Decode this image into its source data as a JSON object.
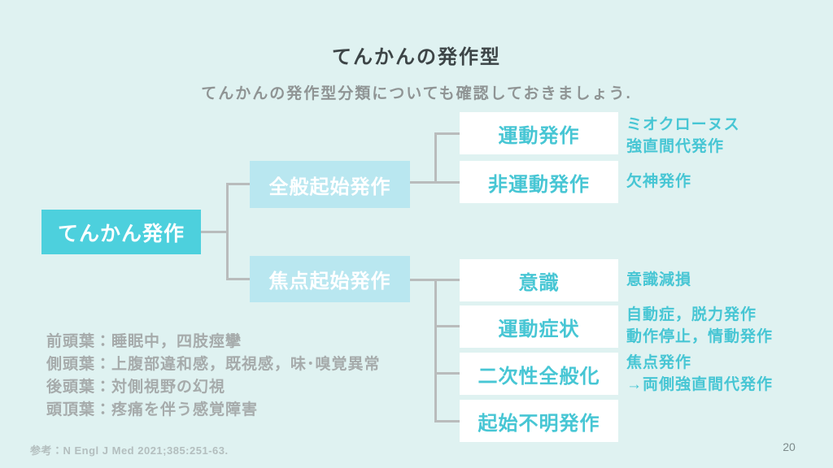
{
  "colors": {
    "background": "#dff2f1",
    "root_box": "#4dd0dd",
    "branch_box": "#b9e7f0",
    "leaf_box": "#ffffff",
    "teal_text": "#47c6d4",
    "connector_line": "#b9bcbc",
    "title_text": "#3d4547",
    "subtitle_text": "#8f9494",
    "lobe_text": "#a6abab"
  },
  "header": {
    "title": "てんかんの発作型",
    "subtitle": "てんかんの発作型分類についても確認しておきましょう."
  },
  "tree": {
    "root": {
      "label": "てんかん発作"
    },
    "branches": [
      {
        "label": "全般起始発作",
        "children": [
          {
            "label": "運動発作",
            "note": "ミオクローヌス\n強直間代発作"
          },
          {
            "label": "非運動発作",
            "note": "欠神発作"
          }
        ]
      },
      {
        "label": "焦点起始発作",
        "children": [
          {
            "label": "意識",
            "note": "意識減損"
          },
          {
            "label": "運動症状",
            "note": "自動症，脱力発作\n動作停止，情動発作"
          },
          {
            "label": "二次性全般化",
            "note": "焦点発作\n→両側強直間代発作"
          },
          {
            "label": "起始不明発作",
            "note": ""
          }
        ]
      }
    ]
  },
  "lobe_notes": {
    "lines": [
      "前頭葉：睡眠中，四肢痙攣",
      "側頭葉：上腹部違和感，既視感，味･嗅覚異常",
      "後頭葉：対側視野の幻視",
      "頭頂葉：疼痛を伴う感覚障害"
    ]
  },
  "footer": {
    "reference": "参考：N Engl J Med 2021;385:251-63.",
    "page_number": "20"
  }
}
